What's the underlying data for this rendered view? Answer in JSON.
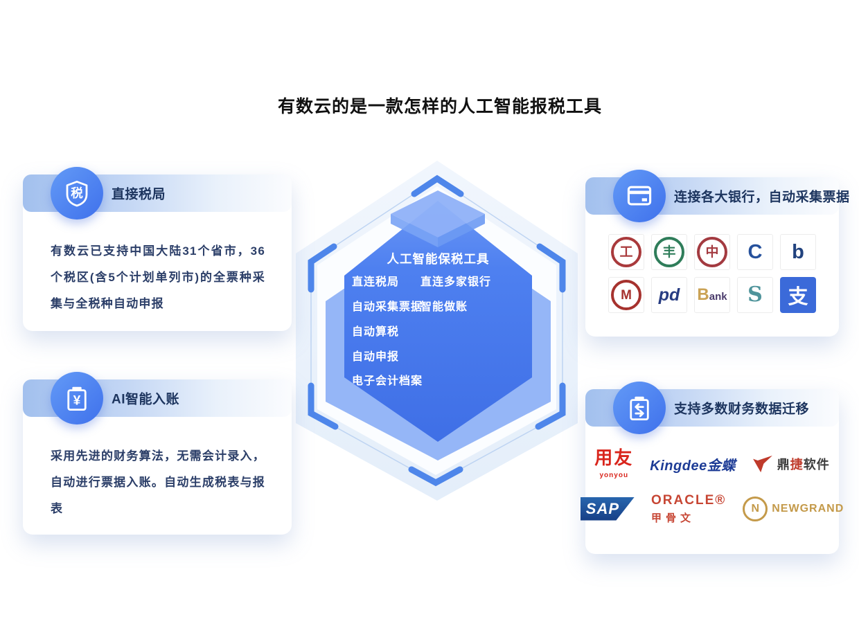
{
  "page": {
    "title": "有数云的是一款怎样的人工智能报税工具"
  },
  "colors": {
    "accent_blue": "#4a7ef0",
    "header_gradient_from": "#a2c0ee",
    "prism_blue": "#4678ec",
    "dark_navy_text": "#2b3e68"
  },
  "center": {
    "title": "人工智能保税工具",
    "features": [
      "直连税局",
      "直连多家银行",
      "自动采集票据",
      "智能做账",
      "自动算税",
      "自动申报",
      "电子会计档案"
    ]
  },
  "cards": {
    "tax": {
      "icon": "tax-shield-icon",
      "title": "直接税局",
      "body": "有数云已支持中国大陆31个省市，36个税区(含5个计划单列市)的全票种采集与全税种自动申报"
    },
    "entry": {
      "icon": "yuan-clipboard-icon",
      "title": "AI智能入账",
      "body": "采用先进的财务算法，无需会计录入， 自动进行票据入账。自动生成税表与报表"
    },
    "banks": {
      "icon": "bank-card-icon",
      "title": "连接各大银行，自动采集票据",
      "logos": [
        {
          "name": "ICBC 工商银行",
          "glyph": "工",
          "css": "color:#a93a3c;border-color:#a93a3c"
        },
        {
          "name": "ABC 农业银行",
          "glyph": "丰",
          "css": "color:#2f7d5a;border-color:#2f7d5a"
        },
        {
          "name": "BOC 中国银行",
          "glyph": "中",
          "css": "color:#a33a40;border-color:#a33a40"
        },
        {
          "name": "CCB 建设银行",
          "glyph": "C",
          "css": "color:#26519c"
        },
        {
          "name": "BoCom 交通银行",
          "glyph": "b",
          "css": "color:#21427e"
        },
        {
          "name": "CMB 招商银行",
          "glyph": "M",
          "css": "color:#a6322e;border-color:#a6322e"
        },
        {
          "name": "SPDB 浦发银行",
          "glyph": "pd",
          "css": "color:#273c82"
        },
        {
          "name": "Bank",
          "glyph_b": "B",
          "glyph_rest": "ank",
          "css_b": "color:#caa255",
          "css_rest": "color:#4a3b6b"
        },
        {
          "name": "S 银行",
          "glyph": "S",
          "css": "color:#4f949b"
        },
        {
          "name": "Alipay 支付宝",
          "glyph": "支",
          "css": "background:#3b6ad9;color:#ffffff"
        }
      ]
    },
    "migration": {
      "icon": "transfer-clipboard-icon",
      "title": "支持多数财务数据迁移",
      "logos": {
        "yonyou": {
          "text": "用友",
          "sub": "yonyou",
          "css": "color:#d9251c"
        },
        "kingdee": {
          "text": "Kingdee金蝶",
          "css": "color:#1e3c96"
        },
        "digiwin": {
          "part1": "鼎",
          "part2": "捷",
          "part3": "软件",
          "mark_color": "#bf3a2b",
          "css_dark": "color:#3c3c3c",
          "css_red": "color:#bf3a2b"
        },
        "sap": {
          "text": "SAP"
        },
        "oracle": {
          "line1": "ORACLE®",
          "line2": "甲骨文",
          "css": "color:#c74634"
        },
        "newgrand": {
          "mark": "N",
          "text": "NEWGRAND",
          "css": "color:#c49a4a;border-color:#c49a4a"
        }
      }
    }
  }
}
